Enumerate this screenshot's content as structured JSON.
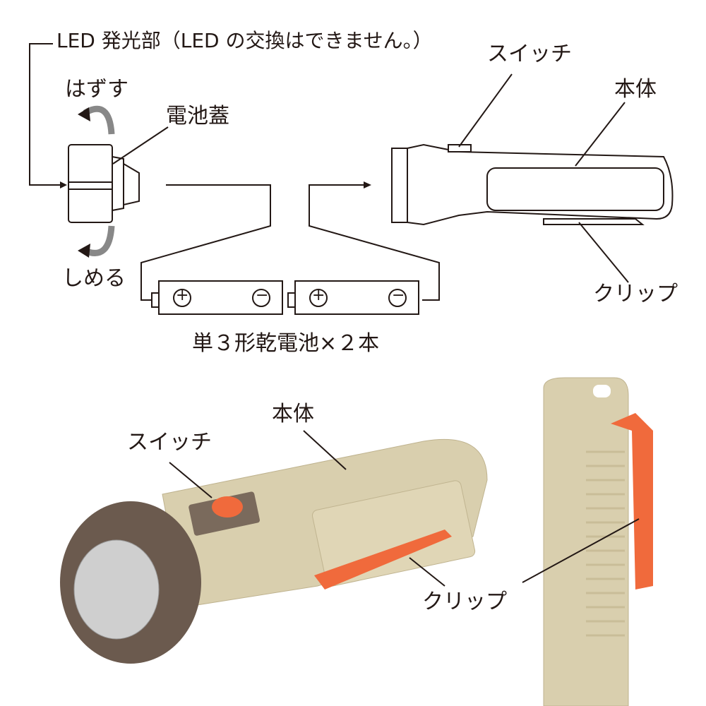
{
  "top": {
    "led_label": "LED 発光部（LED の交換はできません。）",
    "remove_label": "はずす",
    "battery_cover_label": "電池蓋",
    "tighten_label": "しめる",
    "switch_label": "スイッチ",
    "body_label": "本体",
    "clip_label": "クリップ",
    "battery_label": "単３形乾電池×２本",
    "plus_symbol": "+",
    "minus_symbol": "−"
  },
  "bottom": {
    "body_label": "本体",
    "switch_label": "スイッチ",
    "clip_label": "クリップ"
  },
  "colors": {
    "body": "#d9cfae",
    "cap": "#6b5a4e",
    "clip": "#f06a3c",
    "switch": "#f06a3c",
    "line": "#231815"
  }
}
